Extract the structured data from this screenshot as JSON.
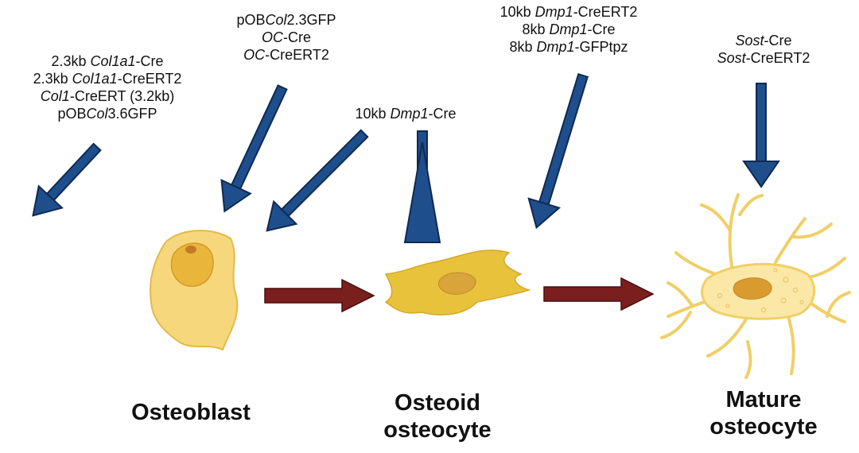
{
  "labels": {
    "osteoblast_group": [
      {
        "id": "ob1",
        "segments": [
          {
            "t": "2.3kb ",
            "i": false
          },
          {
            "t": "Col1a1",
            "i": true
          },
          {
            "t": "-Cre",
            "i": false
          }
        ]
      },
      {
        "id": "ob2",
        "segments": [
          {
            "t": "2.3kb ",
            "i": false
          },
          {
            "t": "Col1a1",
            "i": true
          },
          {
            "t": "-CreERT2",
            "i": false
          }
        ]
      },
      {
        "id": "ob3",
        "segments": [
          {
            "t": "Col1",
            "i": true
          },
          {
            "t": "-CreERT (3.2kb)",
            "i": false
          }
        ]
      },
      {
        "id": "ob4",
        "segments": [
          {
            "t": "pOB",
            "i": false
          },
          {
            "t": "Col",
            "i": true
          },
          {
            "t": "3.6GFP",
            "i": false
          }
        ]
      }
    ],
    "oc_group": [
      {
        "id": "oc1",
        "segments": [
          {
            "t": "pOB",
            "i": false
          },
          {
            "t": "Col",
            "i": true
          },
          {
            "t": "2.3GFP",
            "i": false
          }
        ]
      },
      {
        "id": "oc2",
        "segments": [
          {
            "t": "OC",
            "i": true
          },
          {
            "t": "-Cre",
            "i": false
          }
        ]
      },
      {
        "id": "oc3",
        "segments": [
          {
            "t": "OC",
            "i": true
          },
          {
            "t": "-CreERT2",
            "i": false
          }
        ]
      }
    ],
    "dmp1_10kb": [
      {
        "id": "d10",
        "segments": [
          {
            "t": "10kb ",
            "i": false
          },
          {
            "t": "Dmp1",
            "i": true
          },
          {
            "t": "-Cre",
            "i": false
          }
        ]
      }
    ],
    "dmp1_group": [
      {
        "id": "dm1",
        "segments": [
          {
            "t": "10kb ",
            "i": false
          },
          {
            "t": "Dmp1",
            "i": true
          },
          {
            "t": "-CreERT2",
            "i": false
          }
        ]
      },
      {
        "id": "dm2",
        "segments": [
          {
            "t": "8kb ",
            "i": false
          },
          {
            "t": "Dmp1",
            "i": true
          },
          {
            "t": "-Cre",
            "i": false
          }
        ]
      },
      {
        "id": "dm3",
        "segments": [
          {
            "t": "8kb ",
            "i": false
          },
          {
            "t": "Dmp1",
            "i": true
          },
          {
            "t": "-GFPtpz",
            "i": false
          }
        ]
      }
    ],
    "sost_group": [
      {
        "id": "s1",
        "segments": [
          {
            "t": "Sost",
            "i": true
          },
          {
            "t": "-Cre",
            "i": false
          }
        ]
      },
      {
        "id": "s2",
        "segments": [
          {
            "t": "Sost",
            "i": true
          },
          {
            "t": "-CreERT2",
            "i": false
          }
        ]
      }
    ]
  },
  "cells": {
    "osteoblast": "Osteoblast",
    "osteoid_line1": "Osteoid",
    "osteoid_line2": "osteocyte",
    "mature_line1": "Mature",
    "mature_line2": "osteocyte"
  },
  "colors": {
    "blue_arrow": "#1f4e8c",
    "red_arrow": "#7a1e1e",
    "cell_pale": "#f7d77c",
    "cell_gold": "#e9c23c",
    "nucleus": "#d9a43a"
  }
}
